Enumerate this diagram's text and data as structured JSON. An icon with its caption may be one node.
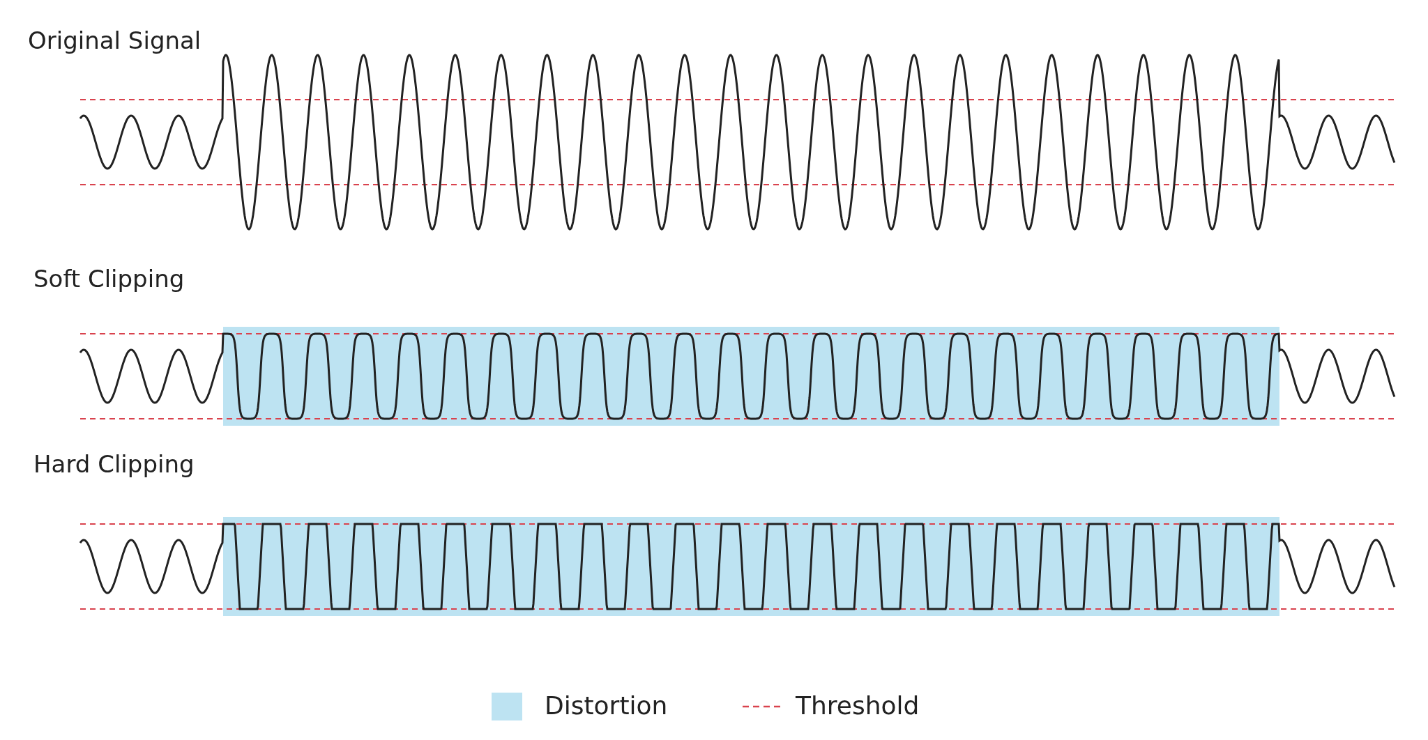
{
  "diagram": {
    "labels": [
      "Original Signal",
      "Soft Clipping",
      "Hard Clipping"
    ],
    "legend": [
      {
        "text": "Distortion",
        "color": "#bde3f2"
      },
      {
        "text": "Threshold"
      }
    ]
  }
}
